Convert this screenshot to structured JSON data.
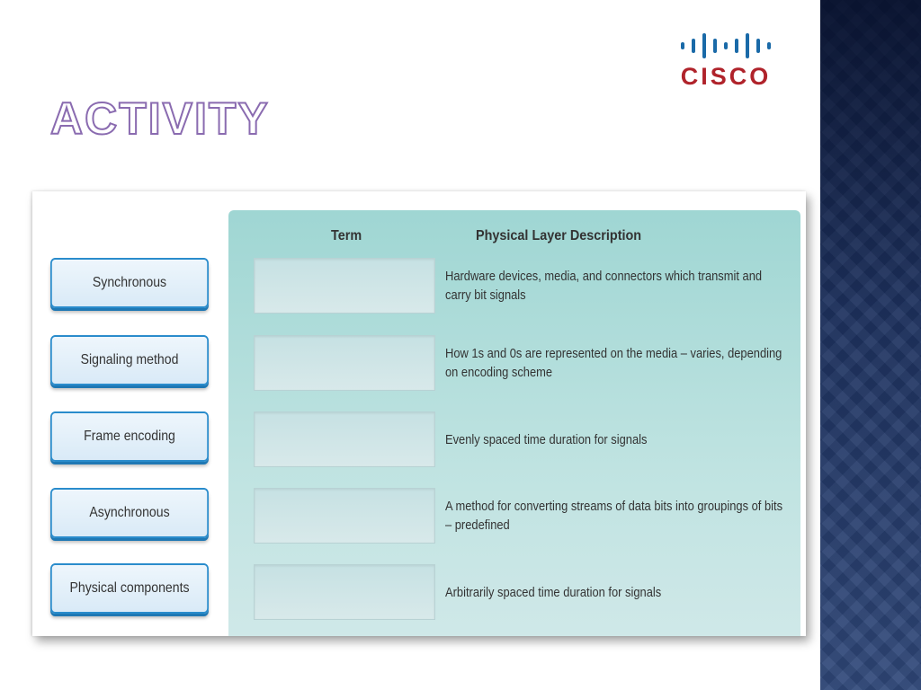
{
  "slide": {
    "title": "ACTIVITY",
    "logo_text": "CISCO"
  },
  "activity": {
    "column_term": "Term",
    "column_description": "Physical Layer Description",
    "terms": [
      {
        "label": "Synchronous"
      },
      {
        "label": "Signaling method"
      },
      {
        "label": "Frame encoding"
      },
      {
        "label": "Asynchronous"
      },
      {
        "label": "Physical components"
      }
    ],
    "descriptions": [
      {
        "text": "Hardware devices, media, and connectors which transmit and carry bit signals"
      },
      {
        "text": "How 1s and 0s are represented on the media – varies, depending on encoding scheme"
      },
      {
        "text": "Evenly spaced time duration for signals"
      },
      {
        "text": "A method for converting streams of data bits into groupings of bits – predefined"
      },
      {
        "text": "Arbitrarily spaced time duration for signals"
      }
    ]
  },
  "colors": {
    "title_outline": "#8a6bb0",
    "logo_red": "#b0232b",
    "logo_blue": "#1a6aa8",
    "button_border": "#2a8ccc",
    "match_area": "#a8dad7"
  }
}
